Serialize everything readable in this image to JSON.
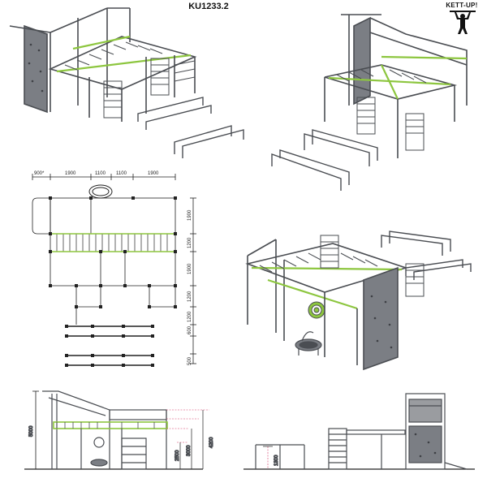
{
  "title": "KU1233.2",
  "brand": {
    "name": "KETT-UP!"
  },
  "colors": {
    "frame": "#4a4d52",
    "accent": "#8dc63f",
    "panel": "#7b7e84",
    "line": "#222222"
  },
  "plan": {
    "top_dims": [
      "900*",
      "1900",
      "1100",
      "1100",
      "1900"
    ],
    "side_dims": [
      "1900",
      "1200",
      "1900",
      "1200",
      "1200",
      "600",
      "500"
    ]
  },
  "elevation_left": {
    "dims": [
      "5000",
      "2500",
      "3000",
      "4200"
    ]
  },
  "elevation_right": {
    "dims": [
      "1300"
    ]
  }
}
